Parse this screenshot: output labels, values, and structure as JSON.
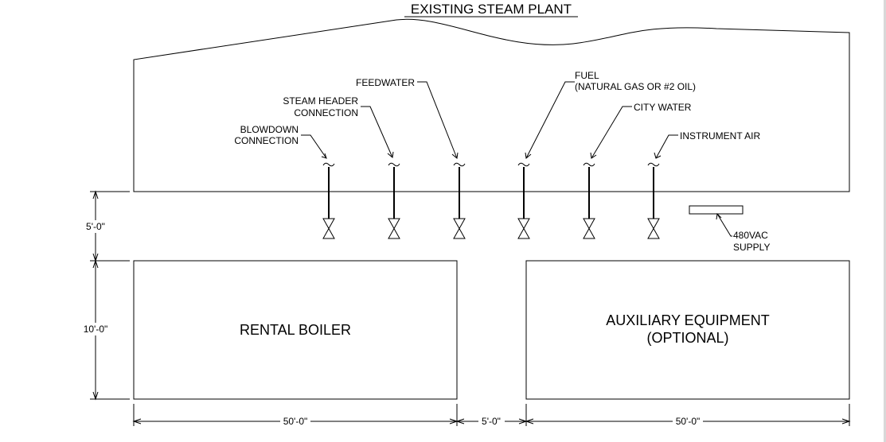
{
  "title": "EXISTING STEAM PLANT",
  "connections": [
    {
      "label": "BLOWDOWN",
      "label2": "CONNECTION"
    },
    {
      "label": "STEAM HEADER",
      "label2": "CONNECTION"
    },
    {
      "label": "FEEDWATER"
    },
    {
      "label": "FUEL",
      "label2": "(NATURAL GAS OR #2 OIL)"
    },
    {
      "label": "CITY WATER"
    },
    {
      "label": "INSTRUMENT AIR"
    }
  ],
  "supply": {
    "label": "480VAC",
    "label2": "SUPPLY"
  },
  "boxes": {
    "boiler": "RENTAL BOILER",
    "aux": "AUXILIARY EQUIPMENT",
    "aux2": "(OPTIONAL)"
  },
  "dims": {
    "gap_height": "5'-0\"",
    "box_height": "10'-0\"",
    "boiler_width": "50'-0\"",
    "spacing_width": "5'-0\"",
    "aux_width": "50'-0\""
  }
}
